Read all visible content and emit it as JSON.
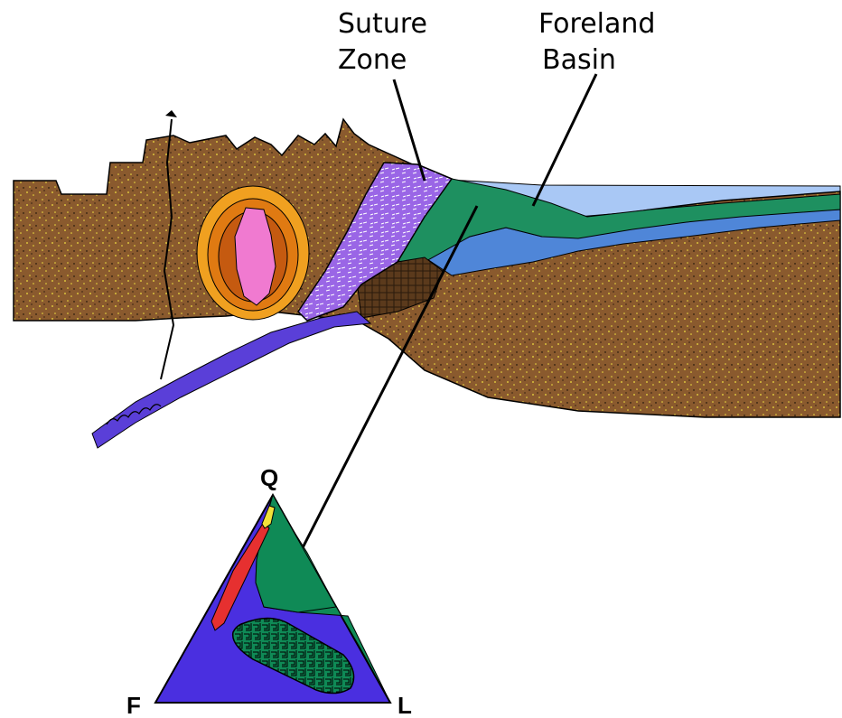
{
  "labels": {
    "suture_line1": "Suture",
    "suture_line2": "Zone",
    "foreland_line1": "Foreland",
    "foreland_line2": "Basin"
  },
  "ternary": {
    "apex_top": "Q",
    "apex_left": "F",
    "apex_right": "L"
  },
  "colors": {
    "crust_brown": "#8a5a2e",
    "crust_speckle": "#f0e040",
    "suture_purple": "#9a66e6",
    "slab_blue": "#5a3fd8",
    "foreland_green": "#1e9060",
    "thrust_blue": "#4f86d8",
    "sea_lightblue": "#a9c8f5",
    "pluton_orange": "#f0a020",
    "pluton_pink": "#f07ad0",
    "ternary_blue": "#4a2fe0",
    "ternary_green": "#0f8a56",
    "ternary_red": "#e63030",
    "ternary_yellow": "#f2e23a"
  },
  "icons": {
    "volcano": "volcano-icon"
  }
}
